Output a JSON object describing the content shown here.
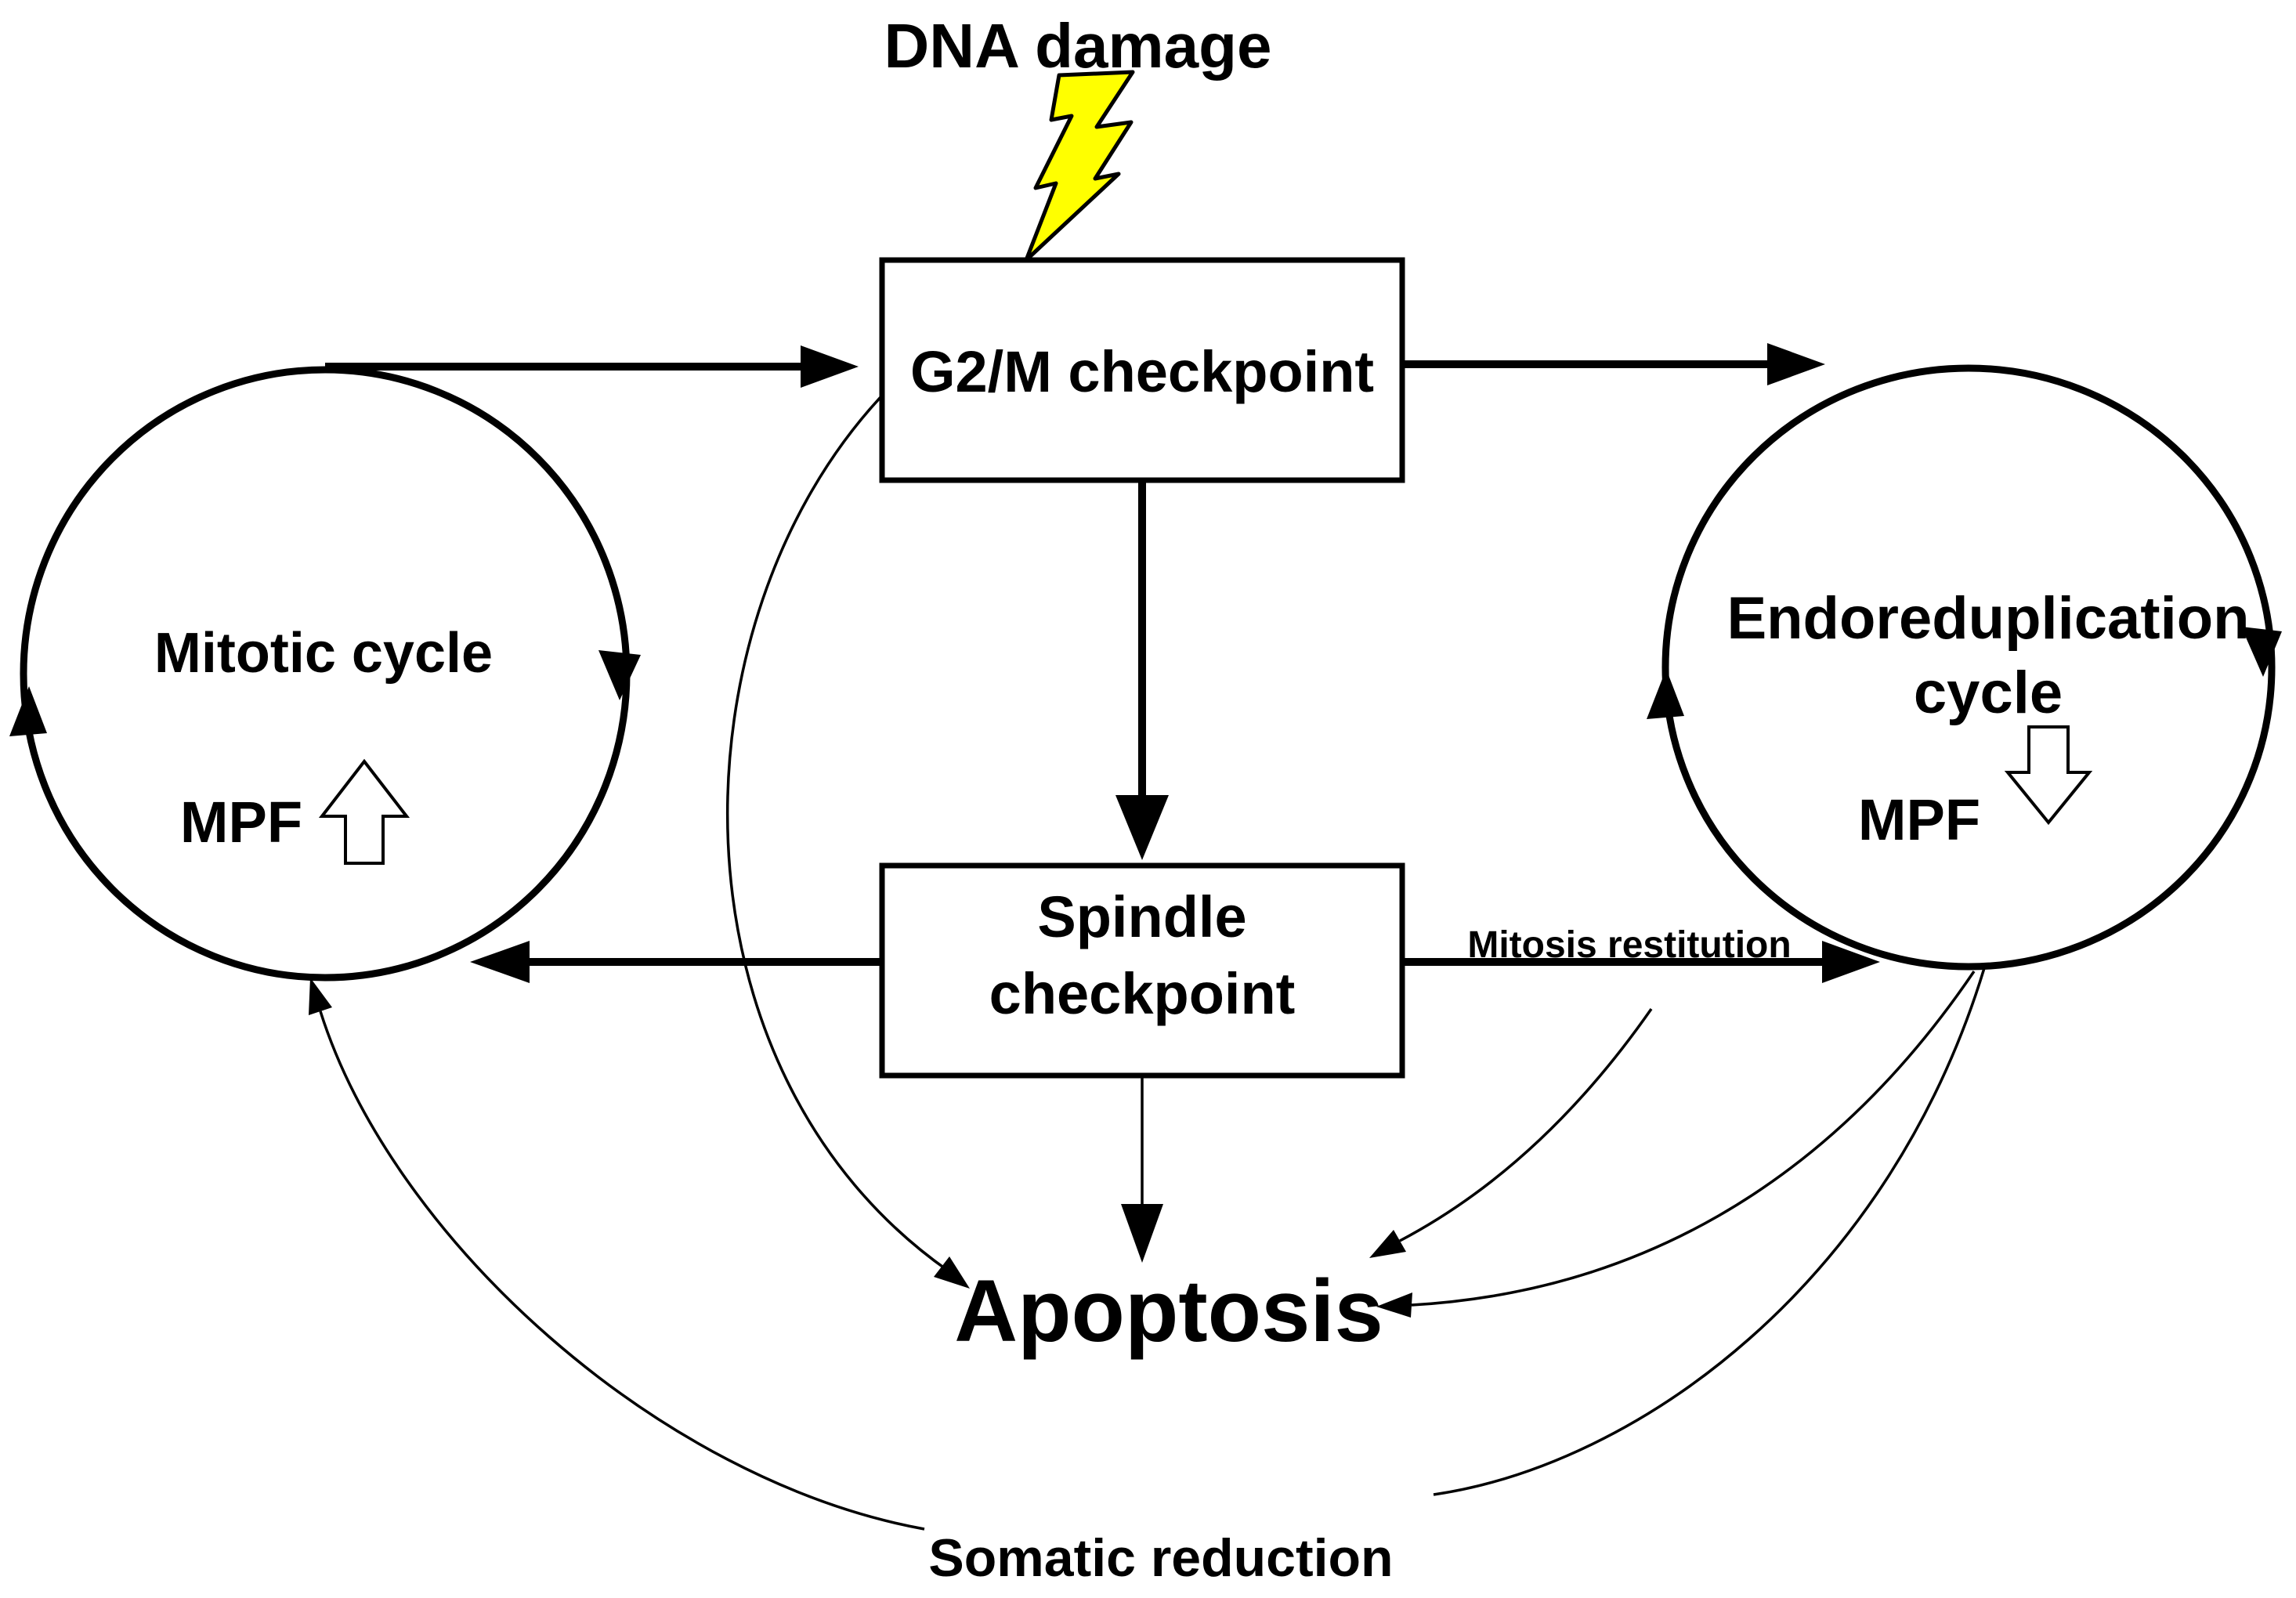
{
  "diagram_title": "DNA damage",
  "checkpoints": {
    "g2m": "G2/M checkpoint",
    "spindle_line1": "Spindle",
    "spindle_line2": "checkpoint"
  },
  "cycles": {
    "mitotic": {
      "label": "Mitotic cycle",
      "mpf_label": "MPF",
      "mpf_trend": "up"
    },
    "endoreduplication": {
      "label_line1": "Endoreduplication",
      "label_line2": "cycle",
      "mpf_label": "MPF",
      "mpf_trend": "down"
    }
  },
  "outcomes": {
    "apoptosis": "Apoptosis"
  },
  "edge_labels": {
    "mitosis_restitution": "Mitosis restitution",
    "somatic_reduction": "Somatic reduction"
  },
  "colors": {
    "ink": "#000000",
    "lightning_fill": "#ffff00",
    "background": "#ffffff"
  }
}
